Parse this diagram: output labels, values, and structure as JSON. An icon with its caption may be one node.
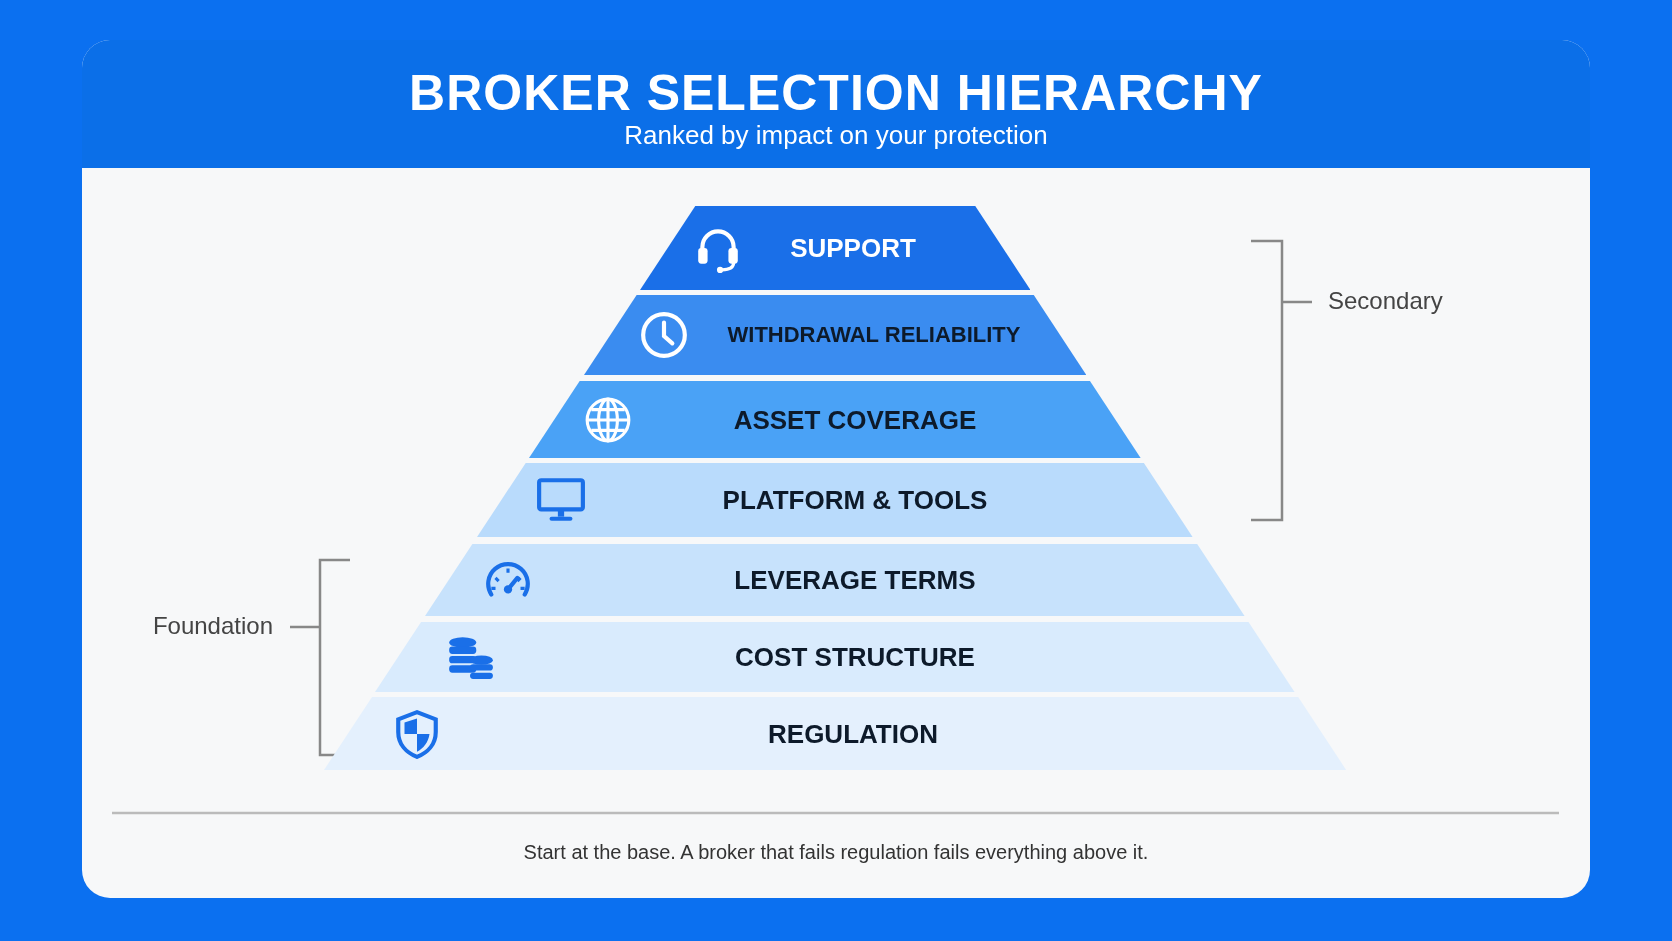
{
  "diagram": {
    "title": "BROKER SELECTION HIERARCHY",
    "caption": "Start at the base. A broker that fails regulation fails everything above it.",
    "nodes": [
      {
        "text": [
          "SUPPORT"
        ]
      },
      {
        "text": [
          "WITHDRAWAL RELIABILITY"
        ]
      },
      {
        "text": [
          "ASSET COVERAGE"
        ]
      },
      {
        "text": [
          "PLATFORM & TOOLS"
        ]
      },
      {
        "text": [
          "LEVERAGE TERMS"
        ]
      },
      {
        "text": [
          "COST STRUCTURE"
        ]
      },
      {
        "text": [
          "REGULATION"
        ]
      }
    ],
    "labels": [
      "Ranked by impact on your protection",
      "Secondary",
      "Foundation"
    ]
  }
}
